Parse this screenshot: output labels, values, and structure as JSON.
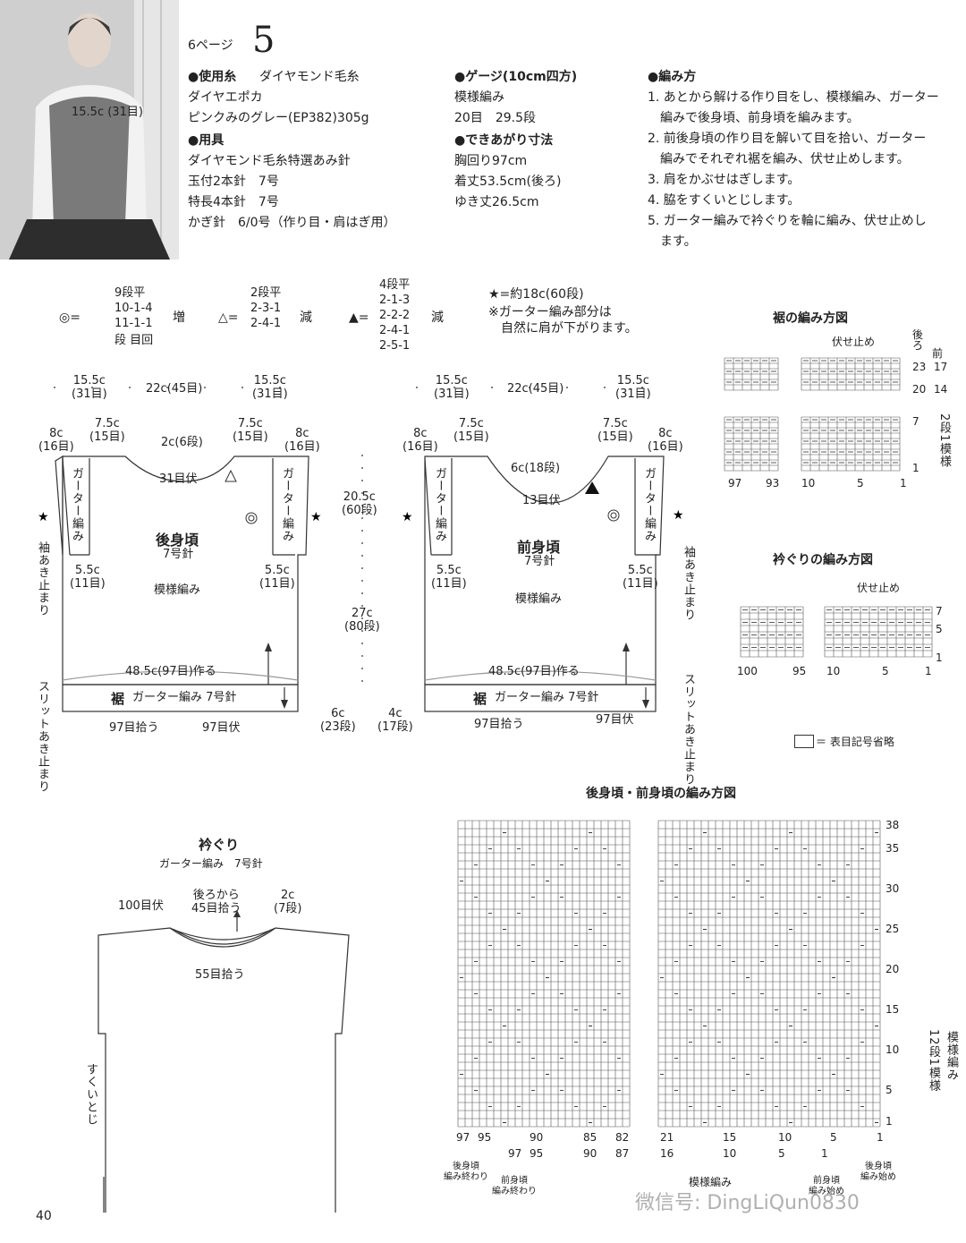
{
  "header": {
    "page_ref": "6ページ",
    "number": "5"
  },
  "materials": {
    "yarn_heading": "●使用糸",
    "yarn_brand": "ダイヤモンド毛糸",
    "yarn_name": "ダイヤエポカ",
    "yarn_color": "ピンクみのグレー(EP382)305g",
    "tools_heading": "●用具",
    "tools": [
      "ダイヤモンド毛糸特選あみ針",
      "玉付2本針　7号",
      "特長4本針　7号",
      "かぎ針　6/0号（作り目・肩はぎ用）"
    ]
  },
  "gauge": {
    "heading": "●ゲージ(10cm四方)",
    "pattern": "模様編み",
    "value": "20目　29.5段",
    "size_heading": "●できあがり寸法",
    "sizes": [
      "胸回り97cm",
      "着丈53.5cm(後ろ)",
      "ゆき丈26.5cm"
    ]
  },
  "method": {
    "heading": "●編み方",
    "steps": [
      "1. あとから解ける作り目をし、模様編み、ガーター",
      "　編みで後身頃、前身頃を編みます。",
      "2. 前後身頃の作り目を解いて目を拾い、ガーター",
      "　編みでそれぞれ裾を編み、伏せ止めします。",
      "3. 肩をかぶせはぎします。",
      "4. 脇をすくいとじします。",
      "5. ガーター編みで衿ぐりを輪に編み、伏せ止めし",
      "　ます。"
    ]
  },
  "legend": {
    "circle_rows": [
      "9段平",
      "10-1-4",
      "11-1-1",
      "段 目回"
    ],
    "circle_sym": "◎=",
    "circle_label": "増",
    "tri_rows": [
      "2段平",
      "2-3-1",
      "2-4-1"
    ],
    "tri_sym": "△=",
    "tri_label": "減",
    "filled_rows": [
      "4段平",
      "2-1-3",
      "2-2-2",
      "2-4-1",
      "2-5-1"
    ],
    "filled_sym": "▲=",
    "filled_label": "減",
    "star_note": "★=約18c(60段)",
    "garter_note_1": "※ガーター編み部分は",
    "garter_note_2": "自然に肩が下がります。"
  },
  "back": {
    "title": "後身頃",
    "needle": "7号針",
    "pattern": "模様編み",
    "top_left": "15.5c\n(31目)",
    "top_mid": "22c(45目)",
    "top_right": "15.5c\n(31目)",
    "shoulder_8c": "8c\n(16目)",
    "shoulder_75c": "7.5c\n(15目)",
    "neck_depth": "2c(6段)",
    "neck_bind": "31目伏",
    "garter": "ガーター編み",
    "armhole": "5.5c\n(11目)",
    "cast_on": "48.5c(97目)作る",
    "hem_title": "裾",
    "hem_text": "ガーター編み 7号針",
    "pick": "97目拾う",
    "bind": "97目伏",
    "sleeve_open": "袖あき止まり",
    "slit_open": "スリットあき止まり"
  },
  "front": {
    "title": "前身頃",
    "needle": "7号針",
    "pattern": "模様編み",
    "neck_depth": "6c(18段)",
    "neck_bind": "13目伏",
    "cast_on": "48.5c(97目)作る",
    "hem_title": "裾",
    "hem_text": "ガーター編み 7号針",
    "pick": "97目拾う",
    "bind": "97目伏",
    "sleeve_open": "袖あき止まり",
    "slit_open": "スリットあき止まり"
  },
  "vertical_dims": {
    "armhole": "20.5c\n(60段)",
    "body": "27c\n(80段)",
    "hem_back": "6c\n(23段)",
    "hem_front": "4c\n(17段)"
  },
  "hem_chart": {
    "title": "裾の編み方図",
    "bind_label": "伏せ止め",
    "back_label": "後ろ",
    "front_label": "前",
    "rows_right": [
      "23",
      "20",
      "7",
      "1"
    ],
    "rows_right2": [
      "17",
      "14"
    ],
    "repeat": "2段1模様",
    "cols": [
      "97",
      "93",
      "10",
      "5",
      "1"
    ]
  },
  "neck_chart": {
    "title": "衿ぐりの編み方図",
    "bind_label": "伏せ止め",
    "rows": [
      "7",
      "5",
      "1"
    ],
    "cols": [
      "100",
      "95",
      "10",
      "5",
      "1"
    ],
    "note": "＝ 表目記号省略"
  },
  "body_chart": {
    "title": "後身頃・前身頃の編み方図",
    "rows": [
      "38",
      "35",
      "30",
      "25",
      "20",
      "15",
      "10",
      "5",
      "1"
    ],
    "repeat": "12段1模様",
    "pattern_label": "模様編み",
    "cols_top": [
      "97",
      "95",
      "90",
      "85",
      "82",
      "21",
      "15",
      "10",
      "5",
      "1"
    ],
    "cols_bottom": [
      "97",
      "95",
      "90",
      "87",
      "16",
      "10",
      "5",
      "1"
    ],
    "back_end": "後身頃\n編み終わり",
    "front_end": "前身頃\n編み終わり",
    "front_start": "前身頃\n編み始め",
    "back_start": "後身頃\n編み始め",
    "repeat_bottom": "模様編み"
  },
  "collar": {
    "title": "衿ぐり",
    "sub": "ガーター編み　7号針",
    "bind": "100目伏",
    "pick_back": "後ろから\n45目拾う",
    "depth": "2c\n(7段)",
    "pick_front": "55目拾う",
    "seam": "すくいとじ"
  },
  "footer": {
    "page": "40",
    "watermark": "微信号: DingLiQun0830"
  }
}
